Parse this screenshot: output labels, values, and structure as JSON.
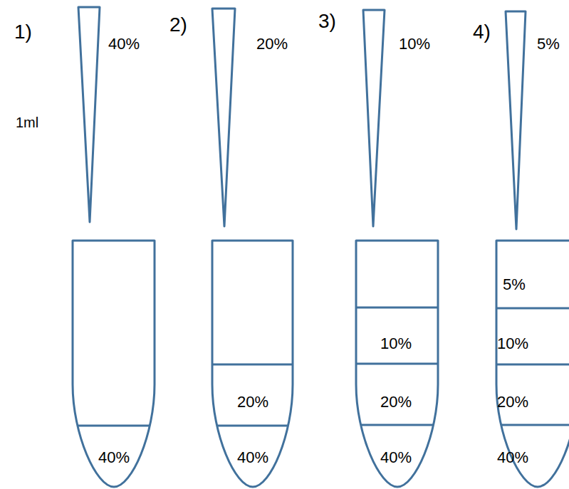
{
  "diagram": {
    "nodes": [
      {
        "text": [
          "40%"
        ]
      },
      {
        "text": [
          "20%"
        ]
      },
      {
        "text": [
          "40%"
        ]
      },
      {
        "text": [
          "10%"
        ]
      },
      {
        "text": [
          "20%"
        ]
      },
      {
        "text": [
          "40%"
        ]
      },
      {
        "text": [
          "5%"
        ]
      },
      {
        "text": [
          "10%"
        ]
      },
      {
        "text": [
          "20%"
        ]
      },
      {
        "text": [
          "40%"
        ]
      }
    ],
    "labels": [
      "1)",
      "40%",
      "1ml",
      "2)",
      "20%",
      "3)",
      "10%",
      "4)",
      "5%"
    ]
  }
}
